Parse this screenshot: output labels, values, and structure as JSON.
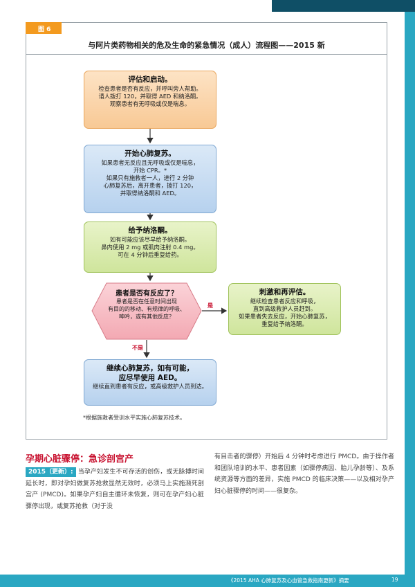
{
  "figure": {
    "tag": "图 6",
    "title": "与阿片类药物相关的危及生命的紧急情况（成人）流程图——2015 新",
    "footnote": "*根据施救者受训水平实施心肺复苏技术。"
  },
  "flow": {
    "assess": {
      "heading": "评估和启动。",
      "lines": [
        "检查患者是否有反应，并呼叫旁人帮助。",
        "请人拨打 120，并取得 AED 和纳洛酮。",
        "观察患者有无呼吸或仅是喘息。"
      ]
    },
    "cpr": {
      "heading": "开始心肺复苏。",
      "lines": [
        "如果患者无反应且无呼吸或仅是喘息，",
        "开始 CPR。*",
        "如果只有施救者一人，进行 2 分钟",
        "心肺复苏后，离开患者，拨打 120，",
        "并取得纳洛酮和 AED。"
      ]
    },
    "naloxone": {
      "heading": "给予纳洛酮。",
      "lines": [
        "如有可能应该尽早给予纳洛酮。",
        "鼻内使用 2 mg 或肌肉注射 0.4 mg。",
        "可在 4 分钟后重复给药。"
      ]
    },
    "responds": {
      "heading": "患者是否有反应了？",
      "lines": [
        "患者是否在任意时间出现",
        "有目的的移动、有规律的呼吸、",
        "呻吟，或有其他反应？"
      ]
    },
    "stimulate": {
      "heading": "刺激和再评估。",
      "lines": [
        "继续检查患者反应和呼吸，",
        "直到高级救护人员赶到。",
        "如果患者失去反应，开始心肺复苏，",
        "重复给予纳洛酮。"
      ]
    },
    "continue": {
      "heading_line1": "继续心肺复苏，如有可能，",
      "heading_line2": "应尽早使用 AED。",
      "lines": [
        "继续直到患者有反应，或高级救护人员到达。"
      ]
    },
    "yes_label": "是",
    "no_label": "不是"
  },
  "section": {
    "title": "孕期心脏骤停：急诊剖宫产",
    "badge": "2015（更新）:",
    "left_text": "当孕产妇发生不可存活的创伤，或无脉搏时间延长时，即对孕妇做复苏抢救显然无效时，必须马上实施濒死剖宫产 (PMCD)。如果孕产妇自主循环未恢复，则可在孕产妇心脏骤停出现，或复苏抢救（对于没",
    "right_text": "有目击者的骤停）开始后 4 分钟时考虑进行 PMCD。由于操作者和团队培训的水平、患者因素（如骤停病因、胎儿孕龄等）、及系统资源等方面的差异，实施 PMCD 的临床决策——以及相对孕产妇心脏骤停的时间——很复杂。"
  },
  "footer": {
    "text": "《2015 AHA 心肺复苏及心血管急救指南更新》摘要",
    "page": "19"
  },
  "colors": {
    "accent_teal": "#2aa7c2",
    "dark_teal": "#0f4f66",
    "tag_orange": "#f39a1f",
    "alert_red": "#c8102e"
  }
}
